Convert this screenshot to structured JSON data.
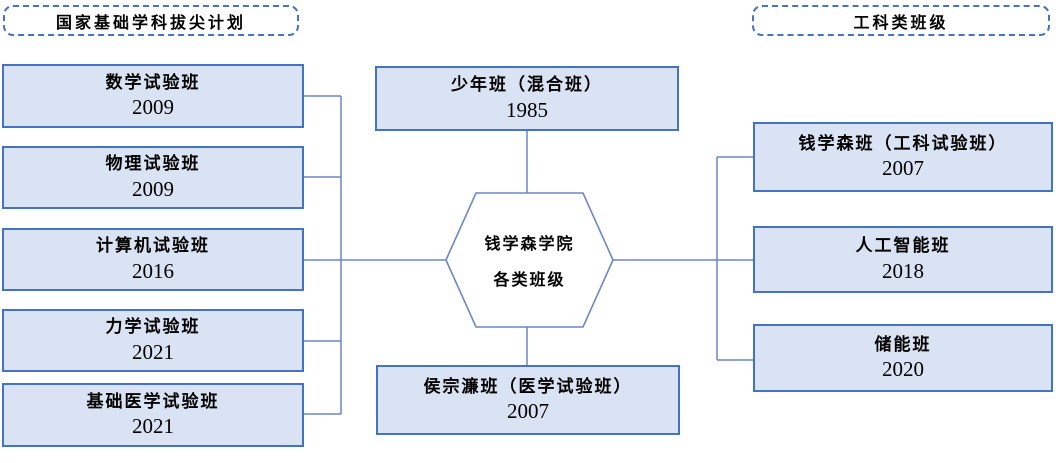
{
  "diagram": {
    "title_context": "钱学森学院各类班级结构图",
    "left_header": {
      "label": "国家基础学科拔尖计划"
    },
    "right_header": {
      "label": "工科类班级"
    },
    "center_hexagon": {
      "line1": "钱学森学院",
      "line2": "各类班级"
    },
    "top_node": {
      "name": "少年班（混合班）",
      "year": "1985"
    },
    "bottom_node": {
      "name": "侯宗濂班（医学试验班）",
      "year": "2007"
    },
    "left_nodes": [
      {
        "name": "数学试验班",
        "year": "2009"
      },
      {
        "name": "物理试验班",
        "year": "2009"
      },
      {
        "name": "计算机试验班",
        "year": "2016"
      },
      {
        "name": "力学试验班",
        "year": "2021"
      },
      {
        "name": "基础医学试验班",
        "year": "2021"
      }
    ],
    "right_nodes": [
      {
        "name": "钱学森班（工科试验班）",
        "year": "2007"
      },
      {
        "name": "人工智能班",
        "year": "2018"
      },
      {
        "name": "储能班",
        "year": "2020"
      }
    ],
    "colors": {
      "node_fill": "#dae3f3",
      "node_border": "#4472c4",
      "connector_line": "#6c87c7",
      "header_dashed_border": "#4472c4",
      "text": "#000000",
      "background": "#ffffff"
    }
  }
}
